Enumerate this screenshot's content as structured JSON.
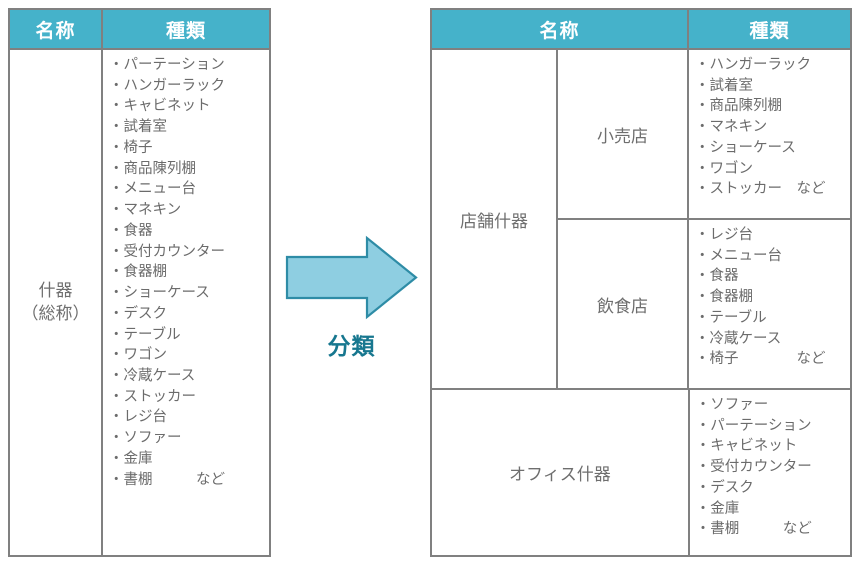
{
  "headers": {
    "name": "名称",
    "kind": "種類"
  },
  "left_table": {
    "name_label_line1": "什器",
    "name_label_line2": "（総称）",
    "items": [
      "・パーテーション",
      "・ハンガーラック",
      "・キャビネット",
      "・試着室",
      "・椅子",
      "・商品陳列棚",
      "・メニュー台",
      "・マネキン",
      "・食器",
      "・受付カウンター",
      "・食器棚",
      "・ショーケース",
      "・デスク",
      "・テーブル",
      "・ワゴン",
      "・冷蔵ケース",
      "・ストッカー",
      "・レジ台",
      "・ソファー",
      "・金庫",
      "・書棚　　　など"
    ]
  },
  "arrow": {
    "label": "分類",
    "fill_color": "#8ecee1",
    "border_color": "#2e8ca6"
  },
  "right_table": {
    "groups": [
      {
        "label": "店舗什器",
        "subgroups": [
          {
            "label": "小売店",
            "items": [
              "・ハンガーラック",
              "・試着室",
              "・商品陳列棚",
              "・マネキン",
              "・ショーケース",
              "・ワゴン",
              "・ストッカー　など"
            ]
          },
          {
            "label": "飲食店",
            "items": [
              "・レジ台",
              "・メニュー台",
              "・食器",
              "・食器棚",
              "・テーブル",
              "・冷蔵ケース",
              "・椅子　　　　など"
            ]
          }
        ]
      },
      {
        "label": "オフィス什器",
        "subgroups": [
          {
            "label": "",
            "items": [
              "・ソファー",
              "・パーテーション",
              "・キャビネット",
              "・受付カウンター",
              "・デスク",
              "・金庫",
              "・書棚　　　など"
            ]
          }
        ]
      }
    ]
  },
  "colors": {
    "header_bg": "#45b2ca",
    "header_text": "#ffffff",
    "border": "#808080",
    "body_text": "#6b6b6b",
    "accent_teal": "#17778f"
  }
}
